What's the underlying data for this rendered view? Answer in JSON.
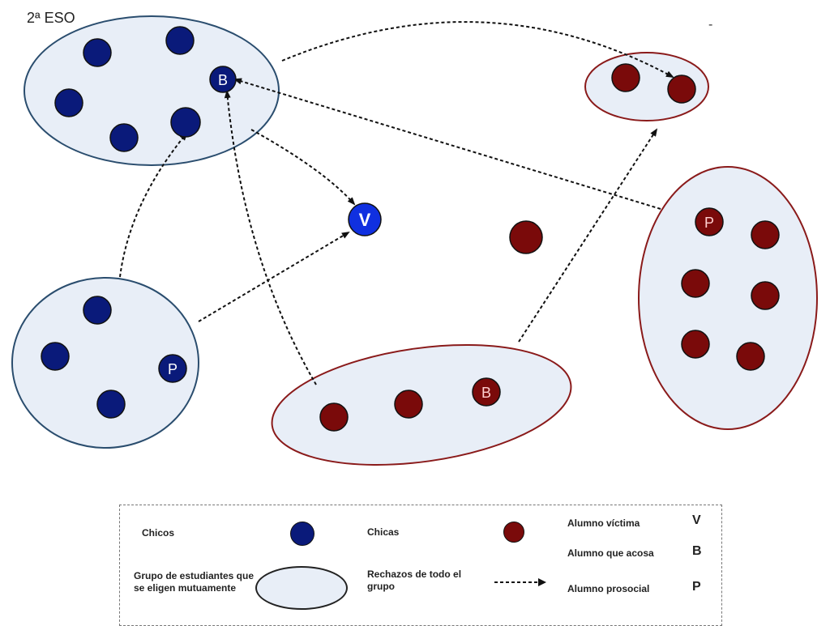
{
  "diagram": {
    "title": "2ª ESO",
    "corner_mark": "-",
    "colors": {
      "boy": "#0a1a7a",
      "girl": "#7a0a0a",
      "victim": "#1030e0",
      "group_fill": "#e8eef7",
      "boy_group_stroke": "#2a4d6e",
      "girl_group_stroke": "#8a1a1a",
      "arrow": "#111111"
    },
    "node_labels": {
      "victim": "V",
      "bully": "B",
      "prosocial": "P"
    }
  },
  "legend": {
    "boys_label": "Chicos",
    "girls_label": "Chicas",
    "group_label": "Grupo de estudiantes que se eligen mutuamente",
    "rejection_label": "Rechazos de todo el grupo",
    "victim_label": "Alumno víctima",
    "victim_letter": "V",
    "bully_label": "Alumno que acosa",
    "bully_letter": "B",
    "prosocial_label": "Alumno prosocial",
    "prosocial_letter": "P"
  }
}
